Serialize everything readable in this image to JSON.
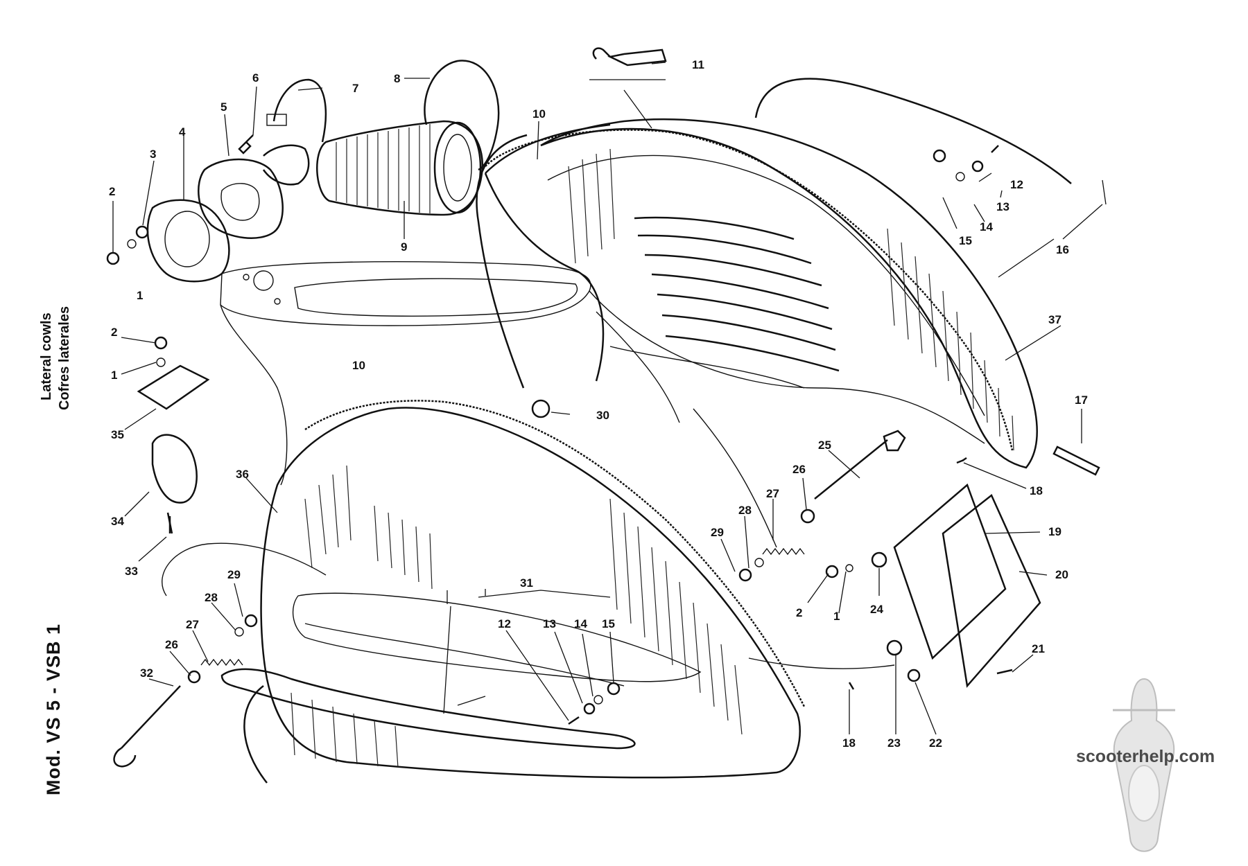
{
  "titles": {
    "model": "Mod. VS 5 - VSB 1",
    "section_en": "Lateral cowls",
    "section_es": "Cofres laterales"
  },
  "watermark": {
    "text": "scooterhelp.com"
  },
  "callouts": [
    {
      "id": "c2a",
      "label": "2"
    },
    {
      "id": "c3a",
      "label": "3"
    },
    {
      "id": "c4",
      "label": "4"
    },
    {
      "id": "c5",
      "label": "5"
    },
    {
      "id": "c6",
      "label": "6"
    },
    {
      "id": "c7",
      "label": "7"
    },
    {
      "id": "c8",
      "label": "8"
    },
    {
      "id": "c9",
      "label": "9"
    },
    {
      "id": "c10a",
      "label": "10"
    },
    {
      "id": "c10b",
      "label": "10"
    },
    {
      "id": "c11",
      "label": "11"
    },
    {
      "id": "c12a",
      "label": "12"
    },
    {
      "id": "c13a",
      "label": "13"
    },
    {
      "id": "c14a",
      "label": "14"
    },
    {
      "id": "c15a",
      "label": "15"
    },
    {
      "id": "c16",
      "label": "16"
    },
    {
      "id": "c37",
      "label": "37"
    },
    {
      "id": "c17",
      "label": "17"
    },
    {
      "id": "c18a",
      "label": "18"
    },
    {
      "id": "c30",
      "label": "30"
    },
    {
      "id": "c2b",
      "label": "2"
    },
    {
      "id": "c1a",
      "label": "1"
    },
    {
      "id": "c35",
      "label": "35"
    },
    {
      "id": "c34",
      "label": "34"
    },
    {
      "id": "c36",
      "label": "36"
    },
    {
      "id": "c33",
      "label": "33"
    },
    {
      "id": "c25",
      "label": "25"
    },
    {
      "id": "c26a",
      "label": "26"
    },
    {
      "id": "c27a",
      "label": "27"
    },
    {
      "id": "c28a",
      "label": "28"
    },
    {
      "id": "c29a",
      "label": "29"
    },
    {
      "id": "c19",
      "label": "19"
    },
    {
      "id": "c20",
      "label": "20"
    },
    {
      "id": "c2c",
      "label": "2"
    },
    {
      "id": "c1b",
      "label": "1"
    },
    {
      "id": "c24",
      "label": "24"
    },
    {
      "id": "c31",
      "label": "31"
    },
    {
      "id": "c29b",
      "label": "29"
    },
    {
      "id": "c28b",
      "label": "28"
    },
    {
      "id": "c27b",
      "label": "27"
    },
    {
      "id": "c26b",
      "label": "26"
    },
    {
      "id": "c32",
      "label": "32"
    },
    {
      "id": "c12b",
      "label": "12"
    },
    {
      "id": "c13b",
      "label": "13"
    },
    {
      "id": "c14b",
      "label": "14"
    },
    {
      "id": "c15b",
      "label": "15"
    },
    {
      "id": "c21",
      "label": "21"
    },
    {
      "id": "c18b",
      "label": "18"
    },
    {
      "id": "c23",
      "label": "23"
    },
    {
      "id": "c22",
      "label": "22"
    },
    {
      "id": "c1c",
      "label": "1"
    }
  ]
}
